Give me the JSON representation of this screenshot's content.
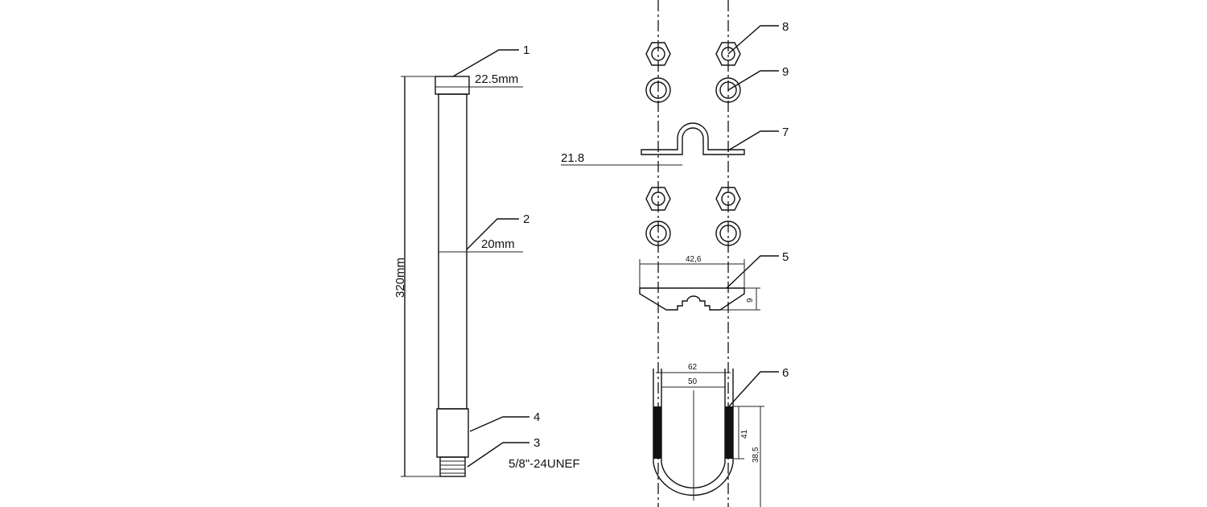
{
  "antenna": {
    "total_length": "320mm",
    "cap_diameter": "22.5mm",
    "tube_diameter": "20mm",
    "connector_thread": "5/8\"-24UNEF"
  },
  "mount": {
    "bracket_offset": "21.8",
    "clamp_width": "42,6",
    "clamp_height": "9",
    "ubolt_outer": "62",
    "ubolt_inner": "50",
    "thread_length": "41",
    "leg_length": "38,5"
  },
  "callouts": [
    "1",
    "2",
    "3",
    "4",
    "5",
    "6",
    "7",
    "8",
    "9"
  ]
}
